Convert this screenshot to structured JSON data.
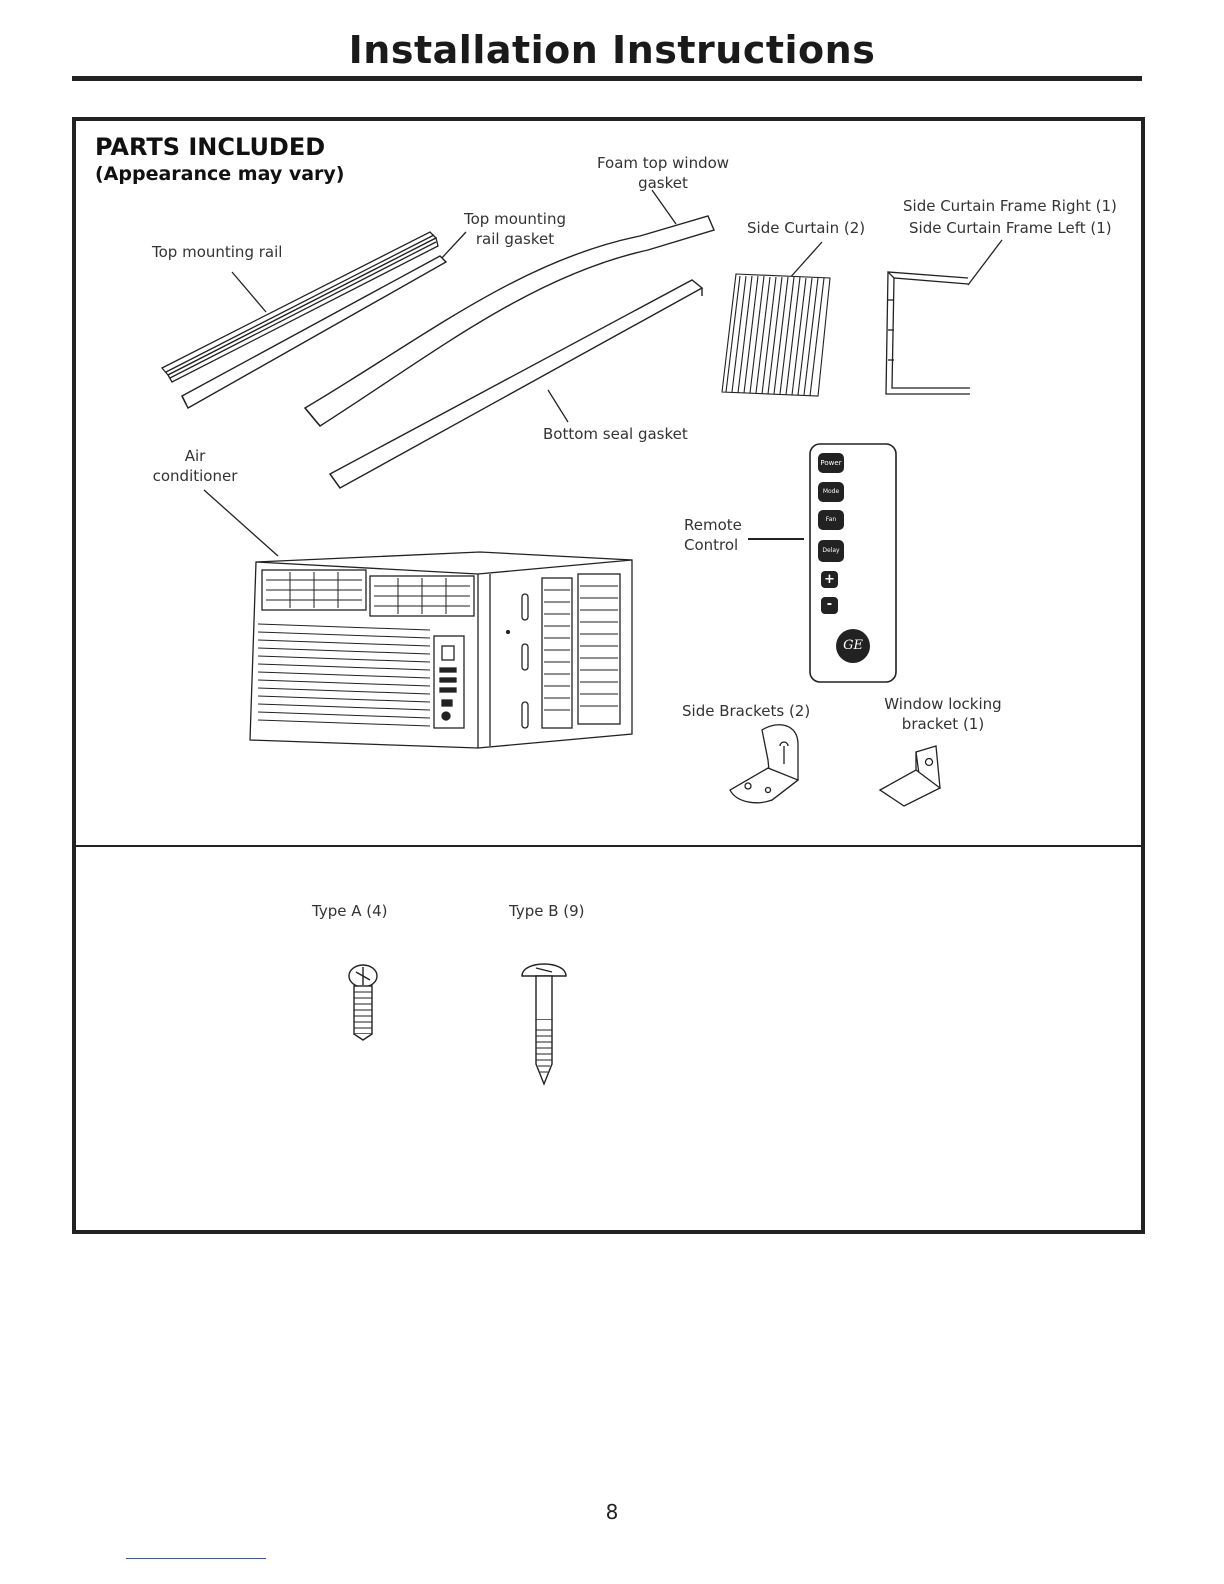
{
  "page": {
    "title": "Installation Instructions",
    "page_number": "8"
  },
  "parts": {
    "heading": "PARTS INCLUDED",
    "subheading": "(Appearance may vary)",
    "labels": {
      "foam_gasket_1": "Foam top window",
      "foam_gasket_2": "gasket",
      "top_rail_gasket_1": "Top mounting",
      "top_rail_gasket_2": "rail gasket",
      "top_rail": "Top mounting rail",
      "side_curtain": "Side Curtain (2)",
      "frame_right": "Side Curtain Frame Right (1)",
      "frame_left": "Side Curtain Frame Left (1)",
      "bottom_seal": "Bottom seal gasket",
      "air_1": "Air",
      "air_2": "conditioner",
      "remote_1": "Remote",
      "remote_2": "Control",
      "side_brackets": "Side Brackets (2)",
      "window_lock_1": "Window locking",
      "window_lock_2": "bracket (1)"
    },
    "remote_buttons": {
      "power": "Power",
      "mode": "Mode",
      "fan": "Fan",
      "delay": "Delay",
      "plus": "+",
      "minus": "-",
      "logo": "GE"
    }
  },
  "screws": {
    "type_a": "Type A (4)",
    "type_b": "Type B (9)"
  }
}
